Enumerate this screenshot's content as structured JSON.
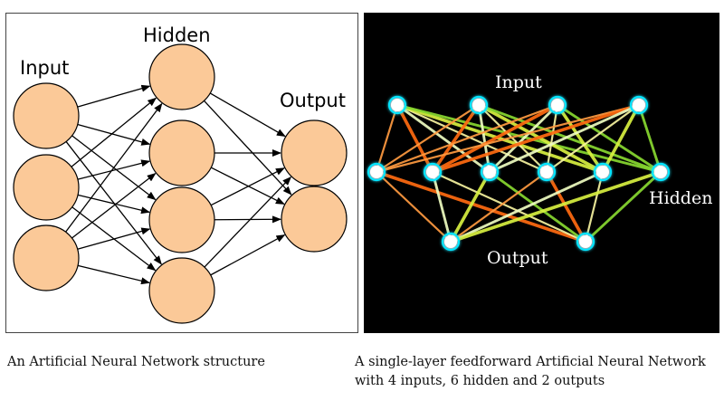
{
  "left_diagram": {
    "labels": {
      "input": "Input",
      "hidden": "Hidden",
      "output": "Output"
    },
    "node_fill": "#fbc998",
    "node_stroke": "#000000",
    "layers": {
      "input": 3,
      "hidden": 4,
      "output": 2
    },
    "connections": "fully-connected, arrows pointing forward"
  },
  "right_diagram": {
    "labels": {
      "input": "Input",
      "hidden": "Hidden",
      "output": "Output"
    },
    "background": "#000000",
    "node_fill": "#ffffff",
    "node_glow": "#00e5ff",
    "layers": {
      "input": 4,
      "hidden": 6,
      "output": 2
    },
    "edge_colors": [
      "#f6f3a0",
      "#d8f040",
      "#88d830",
      "#ff9a40",
      "#ff6a10",
      "#eefcc0"
    ]
  },
  "captions": {
    "left": "An Artificial Neural Network structure",
    "right_line1": "A single-layer feedforward Artificial Neural Network",
    "right_line2": "with 4 inputs, 6 hidden and 2 outputs"
  }
}
